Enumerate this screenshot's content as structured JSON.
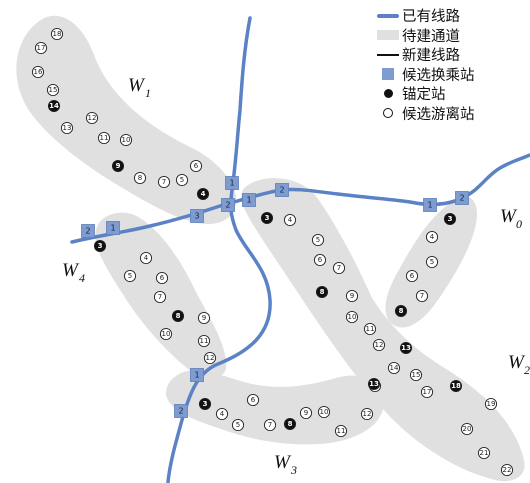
{
  "legend": {
    "existing_line": "已有线路",
    "planned_corridor": "待建通道",
    "new_line": "新建线路",
    "transfer_station": "候选换乘站",
    "anchor_station": "锚定站",
    "candidate_station": "候选游离站"
  },
  "corridors": {
    "W0": {
      "label": "W",
      "sub": "0"
    },
    "W1": {
      "label": "W",
      "sub": "1"
    },
    "W2": {
      "label": "W",
      "sub": "2"
    },
    "W3": {
      "label": "W",
      "sub": "3"
    },
    "W4": {
      "label": "W",
      "sub": "4"
    }
  },
  "transfer_stations": [
    "1",
    "2",
    "1",
    "2",
    "3",
    "2",
    "1",
    "2",
    "1",
    "1",
    "2"
  ],
  "stations": {
    "W1": [
      {
        "n": "18",
        "anchor": false
      },
      {
        "n": "17",
        "anchor": false
      },
      {
        "n": "16",
        "anchor": false
      },
      {
        "n": "15",
        "anchor": false
      },
      {
        "n": "14",
        "anchor": true
      },
      {
        "n": "13",
        "anchor": false
      },
      {
        "n": "12",
        "anchor": false
      },
      {
        "n": "11",
        "anchor": false
      },
      {
        "n": "10",
        "anchor": false
      },
      {
        "n": "9",
        "anchor": true
      },
      {
        "n": "8",
        "anchor": false
      },
      {
        "n": "7",
        "anchor": false
      },
      {
        "n": "6",
        "anchor": false
      },
      {
        "n": "5",
        "anchor": false
      },
      {
        "n": "4",
        "anchor": true
      }
    ],
    "W0": [
      {
        "n": "3",
        "anchor": true
      },
      {
        "n": "4",
        "anchor": false
      },
      {
        "n": "5",
        "anchor": false
      },
      {
        "n": "6",
        "anchor": false
      },
      {
        "n": "7",
        "anchor": false
      },
      {
        "n": "8",
        "anchor": true
      }
    ],
    "W2": [
      {
        "n": "3",
        "anchor": true
      },
      {
        "n": "4",
        "anchor": false
      },
      {
        "n": "5",
        "anchor": false
      },
      {
        "n": "6",
        "anchor": false
      },
      {
        "n": "7",
        "anchor": false
      },
      {
        "n": "8",
        "anchor": true
      },
      {
        "n": "9",
        "anchor": false
      },
      {
        "n": "10",
        "anchor": false
      },
      {
        "n": "11",
        "anchor": false
      },
      {
        "n": "12",
        "anchor": false
      },
      {
        "n": "13",
        "anchor": true
      },
      {
        "n": "14",
        "anchor": false
      },
      {
        "n": "15",
        "anchor": false
      },
      {
        "n": "16",
        "anchor": false
      },
      {
        "n": "17",
        "anchor": false
      },
      {
        "n": "18",
        "anchor": true
      },
      {
        "n": "19",
        "anchor": false
      },
      {
        "n": "20",
        "anchor": false
      },
      {
        "n": "21",
        "anchor": false
      },
      {
        "n": "22",
        "anchor": false
      }
    ],
    "W4": [
      {
        "n": "3",
        "anchor": true
      },
      {
        "n": "4",
        "anchor": false
      },
      {
        "n": "5",
        "anchor": false
      },
      {
        "n": "6",
        "anchor": false
      },
      {
        "n": "7",
        "anchor": false
      },
      {
        "n": "8",
        "anchor": true
      },
      {
        "n": "9",
        "anchor": false
      },
      {
        "n": "10",
        "anchor": false
      },
      {
        "n": "11",
        "anchor": false
      },
      {
        "n": "12",
        "anchor": false
      }
    ],
    "W3": [
      {
        "n": "3",
        "anchor": true
      },
      {
        "n": "4",
        "anchor": false
      },
      {
        "n": "5",
        "anchor": false
      },
      {
        "n": "6",
        "anchor": false
      },
      {
        "n": "7",
        "anchor": false
      },
      {
        "n": "8",
        "anchor": true
      },
      {
        "n": "9",
        "anchor": false
      },
      {
        "n": "10",
        "anchor": false
      },
      {
        "n": "11",
        "anchor": false
      },
      {
        "n": "12",
        "anchor": false
      },
      {
        "n": "13",
        "anchor": true
      }
    ]
  },
  "colors": {
    "existing_line": "#5b82c5",
    "corridor": "#e0e0e0",
    "transfer_station": "#7e9ccf",
    "anchor_station": "#111111"
  }
}
